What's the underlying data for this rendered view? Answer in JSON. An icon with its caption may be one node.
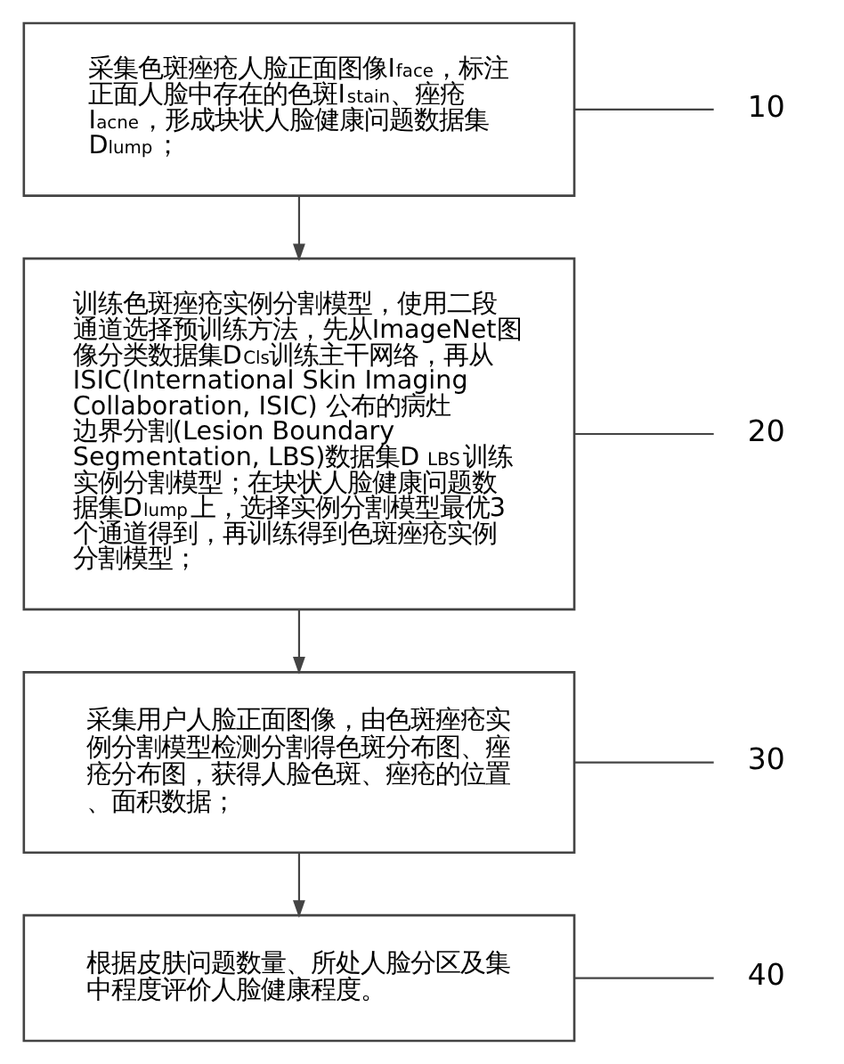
{
  "diagram": {
    "nodes": [
      {
        "text": [
          "采集色斑痤疮人脸正面图像I$_{face}$，标注正面人脸中存在的色斑I$_{stain}$、痤疮I$_{acne}$，形成块状人脸健康问题数据集D$_{lump}$；"
        ]
      },
      {
        "text": [
          "10"
        ]
      },
      {
        "text": [
          "训练色斑痤疮实例分割模型，使用二段通道选择预训练方法，先从ImageNet图像分类数据集D$_{Cls}$训练主干网络，再从ISIC(International Skin Imaging Collaboration, ISIC) 公布的病灶边界分割(Lesion Boundary Segmentation, LBS)数据集D$_{LBS}$训练实例分割模型；在块状人脸健康问题数据集D$_{lump}$上，选择实例分割模型最优3个通道得到，再训练得到色斑痤疮实例分割模型；"
        ]
      },
      {
        "text": [
          "20"
        ]
      },
      {
        "text": [
          "采集用户人脸正面图像，由色斑痤疮实例分割模型检测分割得色斑分布图、痤疮分布图，获得人脸色斑、痤疮的位置、面积数据；"
        ]
      },
      {
        "text": [
          "30"
        ]
      },
      {
        "text": [
          "根据皮肤问题数量、所处人脸分区及集中程度评价人脸健康程度。"
        ]
      },
      {
        "text": [
          "40"
        ]
      }
    ],
    "edges": [
      {
        "from": 0,
        "to": 2,
        "arrow": "to"
      },
      {
        "from": 2,
        "to": 4,
        "arrow": "to"
      },
      {
        "from": 4,
        "to": 6,
        "arrow": "to"
      },
      {
        "from": 0,
        "to": 1,
        "arrow": "none"
      },
      {
        "from": 2,
        "to": 3,
        "arrow": "none"
      },
      {
        "from": 4,
        "to": 5,
        "arrow": "none"
      },
      {
        "from": 6,
        "to": 7,
        "arrow": "none"
      }
    ]
  }
}
